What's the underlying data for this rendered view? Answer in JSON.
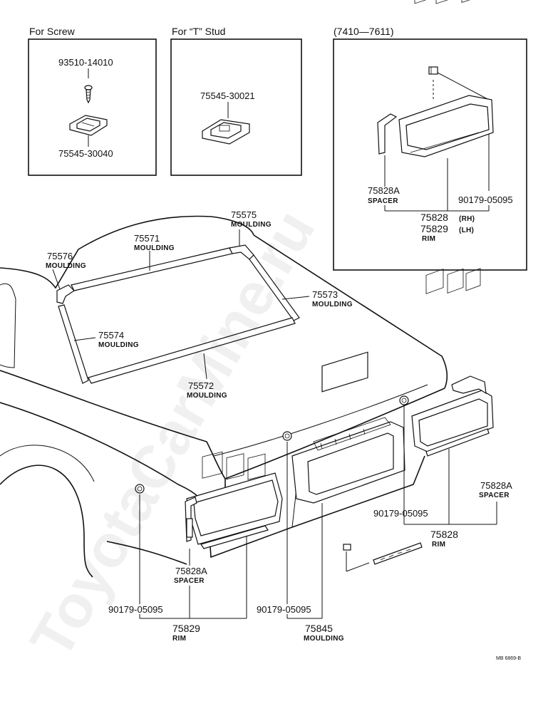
{
  "inset_screw": {
    "title": "For Screw",
    "screw_pn": "93510-14010",
    "clip_pn": "75545-30040"
  },
  "inset_stud": {
    "title": "For “T” Stud",
    "clip_pn": "75545-30021"
  },
  "inset_late": {
    "title": "(7410—7611)",
    "spacer_pn": "75828A",
    "spacer_name": "SPACER",
    "nut_pn": "90179-05095",
    "rim_rh_pn": "75828",
    "rim_rh_suffix": "(RH)",
    "rim_lh_pn": "75829",
    "rim_lh_suffix": "(LH)",
    "rim_name": "RIM"
  },
  "callouts": {
    "m75575": {
      "pn": "75575",
      "name": "MOULDING"
    },
    "m75571": {
      "pn": "75571",
      "name": "MOULDING"
    },
    "m75576": {
      "pn": "75576",
      "name": "MOULDING"
    },
    "m75573": {
      "pn": "75573",
      "name": "MOULDING"
    },
    "m75574": {
      "pn": "75574",
      "name": "MOULDING"
    },
    "m75572": {
      "pn": "75572",
      "name": "MOULDING"
    },
    "right_spacer": {
      "pn": "75828A",
      "name": "SPACER"
    },
    "right_nut": {
      "pn": "90179-05095"
    },
    "right_rim": {
      "pn": "75828",
      "name": "RIM"
    },
    "left_spacer": {
      "pn": "75828A",
      "name": "SPACER"
    },
    "left_nut": {
      "pn": "90179-05095"
    },
    "left_rim": {
      "pn": "75829",
      "name": "RIM"
    },
    "center_nut": {
      "pn": "90179-05095"
    },
    "center_moulding": {
      "pn": "75845",
      "name": "MOULDING"
    }
  },
  "figure_code": "MB 6869-B",
  "watermark": "ToyotaCarMine.ru"
}
